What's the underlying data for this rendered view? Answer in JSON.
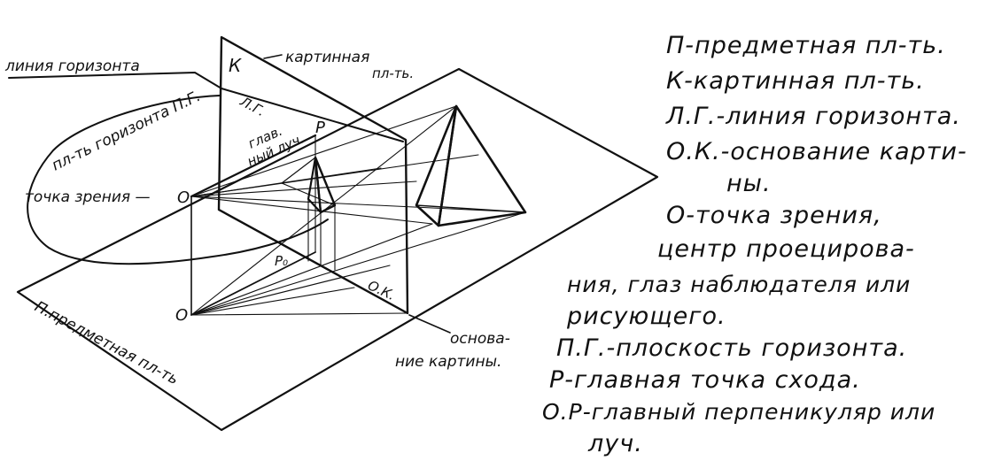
{
  "diagram": {
    "labels": {
      "horizon_line": "линия горизонта",
      "k": "К",
      "picture_plane_1": "картинная",
      "picture_plane_2": "пл-ть.",
      "lg": "Л.Г.",
      "horizon_plane": "пл-ть горизонта П.Г.",
      "p": "Р",
      "main_ray_1": "глав.",
      "main_ray_2": "ный луч.",
      "view_point": "точка зрения —",
      "o_upper": "О",
      "p0": "Р₀",
      "ok": "О.К.",
      "o_lower": "О",
      "base_1": "основа-",
      "base_2": "ние картины.",
      "object_plane": "П.предметная пл-ть"
    }
  },
  "legend": {
    "lines": [
      "П-предметная пл-ть.",
      "К-картинная пл-ть.",
      "Л.Г.-линия горизонта.",
      "О.К.-основание карти-",
      "ны.",
      "О-точка зрения,",
      "центр проецирова-",
      "ния, глаз наблюдателя или",
      "рисующего.",
      "П.Г.-плоскость горизонта.",
      "Р-главная точка схода.",
      "О.Р-главный перпеникуляр или",
      "луч."
    ]
  }
}
